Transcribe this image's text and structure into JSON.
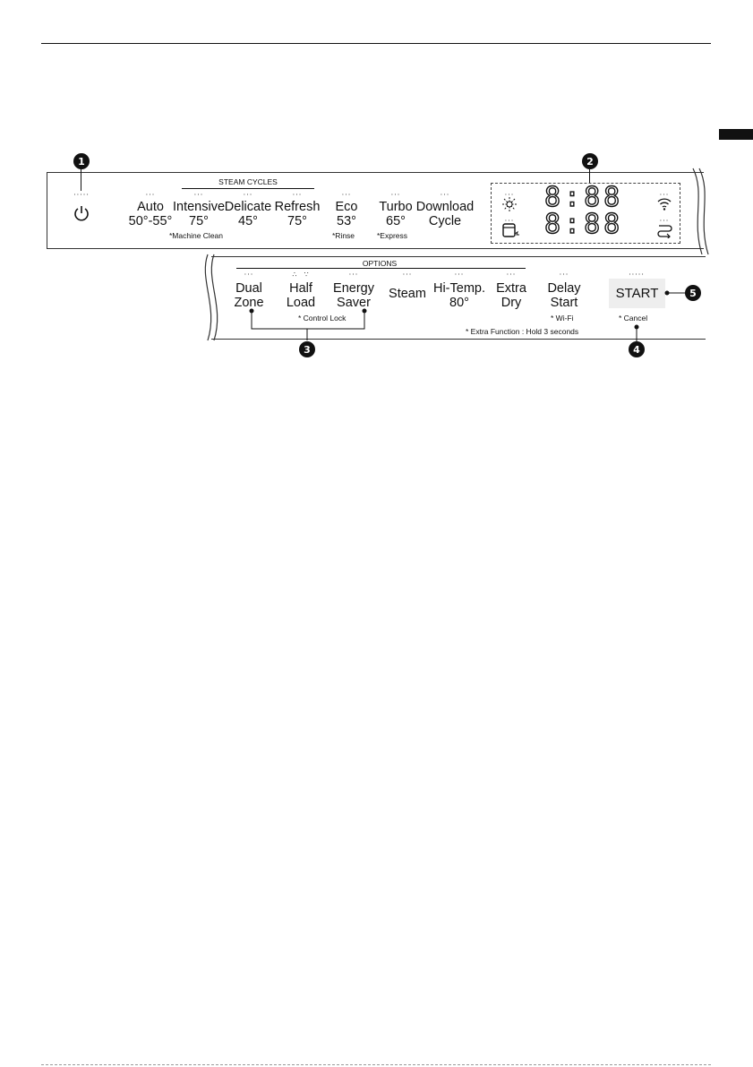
{
  "badges": [
    "1",
    "2",
    "3",
    "4",
    "5"
  ],
  "steam_cycles_header": "STEAM CYCLES",
  "cycles": [
    {
      "line1": "Auto",
      "line2": "50°-55°",
      "note": ""
    },
    {
      "line1": "Intensive",
      "line2": "75°",
      "note": "*Machine Clean"
    },
    {
      "line1": "Delicate",
      "line2": "45°",
      "note": ""
    },
    {
      "line1": "Refresh",
      "line2": "75°",
      "note": ""
    },
    {
      "line1": "Eco",
      "line2": "53°",
      "note": "*Rinse"
    },
    {
      "line1": "Turbo",
      "line2": "65°",
      "note": "*Express"
    },
    {
      "line1": "Download",
      "line2": "Cycle",
      "note": ""
    }
  ],
  "display": {
    "row1": "8:88",
    "row2": "8:88"
  },
  "options_header": "OPTIONS",
  "options": [
    {
      "line1": "Dual",
      "line2": "Zone"
    },
    {
      "line1": "Half",
      "line2": "Load"
    },
    {
      "line1": "Energy",
      "line2": "Saver"
    },
    {
      "line1": "Steam",
      "line2": ""
    },
    {
      "line1": "Hi-Temp.",
      "line2": "80°"
    },
    {
      "line1": "Extra",
      "line2": "Dry"
    },
    {
      "line1": "Delay",
      "line2": "Start"
    }
  ],
  "control_lock_note": "* Control Lock",
  "wifi_note": "* Wi-Fi",
  "cancel_note": "* Cancel",
  "extra_function_note": "* Extra Function : Hold 3 seconds",
  "start_label": "START",
  "icons": [
    "power-icon",
    "rinse-aid-icon",
    "machine-clean-icon",
    "wifi-icon",
    "drain-icon"
  ]
}
